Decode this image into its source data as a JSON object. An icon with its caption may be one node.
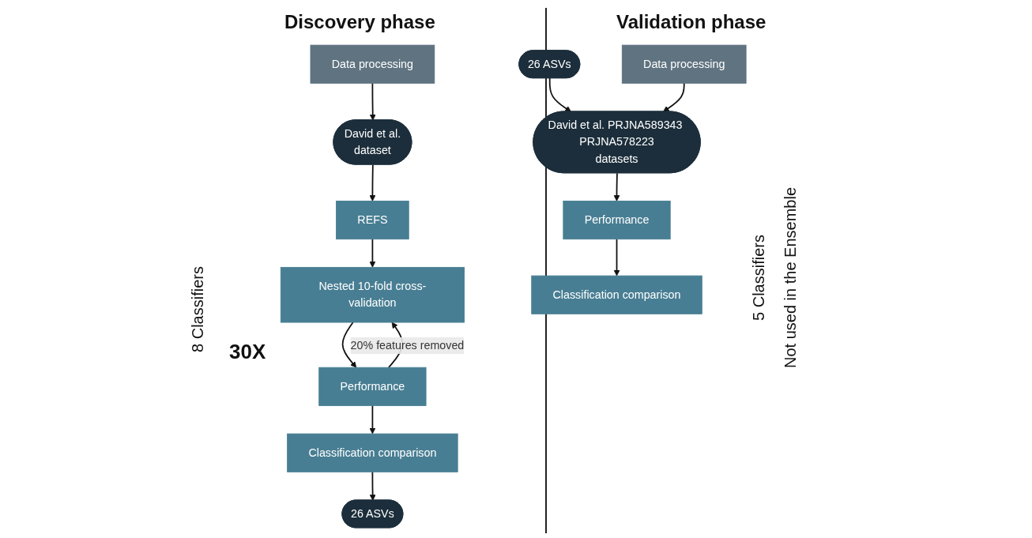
{
  "diagram": {
    "nodes": [
      {
        "text": [
          "Data processing"
        ]
      },
      {
        "text": [
          "David et al.",
          "dataset"
        ]
      },
      {
        "text": [
          "REFS"
        ]
      },
      {
        "text": [
          "Nested 10-fold cross-validation"
        ]
      },
      {
        "text": [
          "Performance"
        ]
      },
      {
        "text": [
          "Classification comparison"
        ]
      },
      {
        "text": [
          "26 ASVs"
        ]
      },
      {
        "text": [
          "26 ASVs"
        ]
      },
      {
        "text": [
          "Data processing"
        ]
      },
      {
        "text": [
          "David et al. PRJNA589343 PRJNA578223",
          "datasets"
        ]
      },
      {
        "text": [
          "Performance"
        ]
      },
      {
        "text": [
          "Classification comparison"
        ]
      }
    ],
    "edges": [
      {
        "from": 0,
        "to": 1,
        "arrow": "to"
      },
      {
        "from": 1,
        "to": 2,
        "arrow": "to"
      },
      {
        "from": 2,
        "to": 3,
        "arrow": "to"
      },
      {
        "from": 3,
        "to": 4,
        "arrow": "to"
      },
      {
        "from": 4,
        "to": 3,
        "arrow": "to",
        "label": "20% features removed"
      },
      {
        "from": 4,
        "to": 5,
        "arrow": "to"
      },
      {
        "from": 5,
        "to": 6,
        "arrow": "to"
      },
      {
        "from": 7,
        "to": 9,
        "arrow": "to"
      },
      {
        "from": 8,
        "to": 9,
        "arrow": "to"
      },
      {
        "from": 9,
        "to": 10,
        "arrow": "to"
      },
      {
        "from": 10,
        "to": 11,
        "arrow": "to"
      }
    ],
    "labels": [
      "Discovery phase",
      "Validation phase",
      "8 Classifiers",
      "30X",
      "5 Classifiers",
      "Not used in the Ensemble"
    ]
  }
}
